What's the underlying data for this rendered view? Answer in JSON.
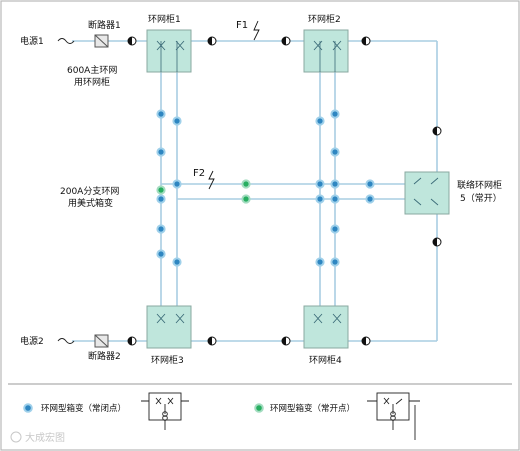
{
  "source1": "电源1",
  "source2": "电源2",
  "breaker1": "断路器1",
  "breaker2": "断路器2",
  "cabinet1": "环网柜1",
  "cabinet2": "环网柜2",
  "cabinet3": "环网柜3",
  "cabinet4": "环网柜4",
  "main_label": [
    "600A主环网",
    "用环网柜"
  ],
  "branch_label": [
    "200A分支环网",
    "用美式箱变"
  ],
  "tie_label": [
    "联络环网柜",
    "5（常开）"
  ],
  "fault1": "F1",
  "fault2": "F2",
  "legend": {
    "closed": "环网型箱变（常闭点）",
    "open": "环网型箱变（常开点）"
  },
  "watermark": "大成宏图",
  "colors": {
    "cabinet_fill": "#bfe6dc",
    "cabinet_stroke": "#8aa8a0",
    "line": "#a9cde2",
    "node_closed": "#2e86c1",
    "node_open": "#27ae60"
  }
}
